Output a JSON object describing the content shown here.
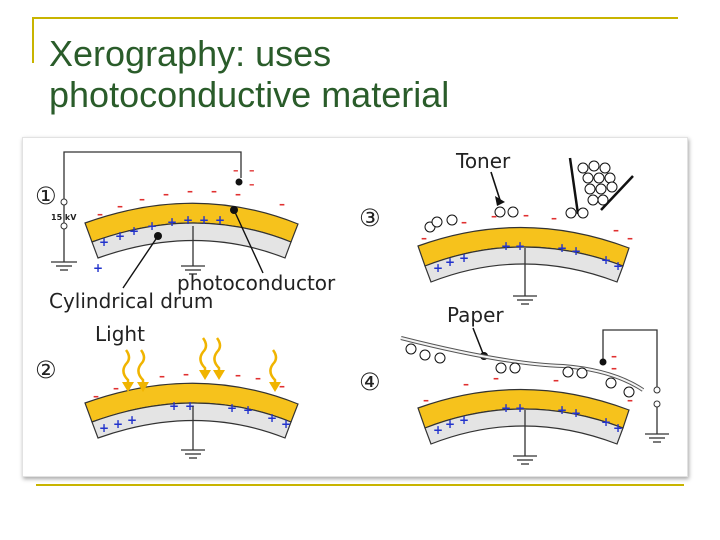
{
  "slide": {
    "title_line1": "Xerography: uses",
    "title_line2": "photoconductive material"
  },
  "diagram": {
    "step_numbers": [
      "①",
      "②",
      "③",
      "④"
    ],
    "labels": {
      "voltage": "15 kV",
      "photoconductor": "photoconductor",
      "drum": "Cylindrical drum",
      "light": "Light",
      "toner": "Toner",
      "paper": "Paper"
    },
    "colors": {
      "photoconductor_layer": "#f6c21c",
      "drum_body": "#e4e4e4",
      "negative_charge": "#e03030",
      "positive_charge": "#2233cc",
      "light_rays": "#f0b400",
      "title": "#2a5c2a",
      "frame_rule": "#c8b400"
    }
  }
}
